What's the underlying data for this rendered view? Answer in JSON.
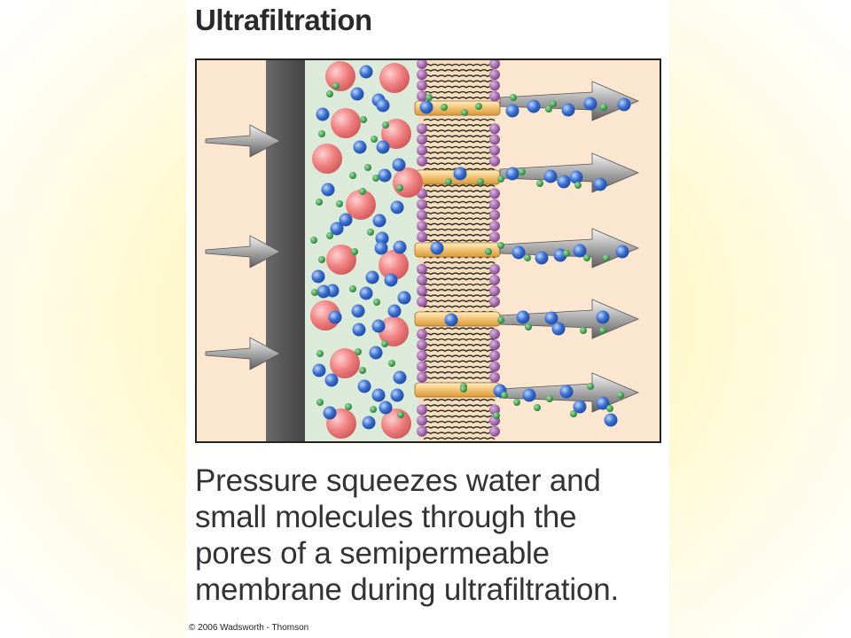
{
  "title": "Ultrafiltration",
  "caption_lines": [
    "Pressure squeezes water and",
    "small molecules through the",
    "pores of a semipermeable",
    "membrane during ultrafiltration."
  ],
  "copyright": "© 2006 Wadsworth - Thomson",
  "colors": {
    "pressure_zone": "#fbe6cf",
    "barrier": "#5a5a5a",
    "solution_zone": "#dcebd9",
    "membrane_bg": "#f2dfc0",
    "phospholipid_head": "#a060a8",
    "pore": "#f2c271",
    "filtrate_zone": "#fbe6cf",
    "large_molecule": "#f08080",
    "water_molecule": "#3a6fd0",
    "small_molecule": "#2e9a3e",
    "arrow": "#8c8c8c"
  },
  "icons": {
    "pressure_arrow": "pressure-arrow-icon",
    "flow_arrow": "flow-arrow-icon"
  }
}
